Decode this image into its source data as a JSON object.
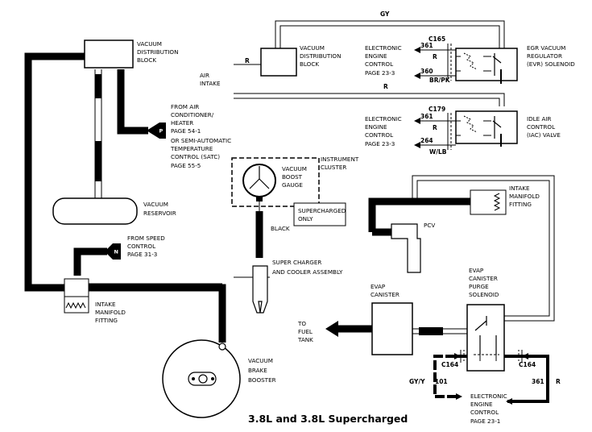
{
  "title": "3.8L and 3.8L Supercharged",
  "labels": {
    "vac_dist_left": [
      "VACUUM",
      "DISTRIBUTION",
      "BLOCK"
    ],
    "vac_dist_right": [
      "VACUUM",
      "DISTRIBUTION",
      "BLOCK"
    ],
    "from_ac": [
      "FROM AIR",
      "CONDITIONER/",
      "HEATER",
      "PAGE  54-1",
      "OR  SEMI-AUTOMATIC",
      "TEMPERATURE",
      "CONTROL (SATC)",
      "PAGE  55-5"
    ],
    "instrument_cluster": [
      "INSTRUMENT",
      "CLUSTER"
    ],
    "boost_gauge": [
      "VACUUM",
      "BOOST",
      "GAUGE"
    ],
    "supercharged_only": [
      "SUPERCHARGED",
      "ONLY"
    ],
    "vacuum_reservoir": [
      "VACUUM",
      "RESERVOIR"
    ],
    "from_speed": [
      "FROM SPEED",
      "CONTROL",
      "PAGE  31-3"
    ],
    "intake_manifold_left": [
      "INTAKE",
      "MANIFOLD",
      "FITTING"
    ],
    "intake_manifold_right": [
      "INTAKE",
      "MANIFOLD",
      "FITTING"
    ],
    "vacuum_brake_booster": [
      "VACUUM",
      "BRAKE",
      "BOOSTER"
    ],
    "supercharger_cooler": [
      "SUPER  CHARGER",
      "AND COOLER ASSEMBLY"
    ],
    "pcv": "PCV",
    "evap_canister": [
      "EVAP",
      "CANISTER"
    ],
    "evap_purge": [
      "EVAP",
      "CANISTER",
      "PURGE",
      "SOLENOID"
    ],
    "to_fuel_tank": [
      "TO",
      "FUEL",
      "TANK"
    ],
    "eec_1": [
      "ELECTRONIC",
      "ENGINE",
      "CONTROL",
      "PAGE  23-3"
    ],
    "eec_2": [
      "ELECTRONIC",
      "ENGINE",
      "CONTROL",
      "PAGE  23-3"
    ],
    "eec_3": [
      "ELECTRONIC",
      "ENGINE",
      "CONTROL",
      "PAGE  23-1"
    ],
    "egr_solenoid": [
      "EGR VACUUM",
      "REGULATOR",
      "(EVR) SOLENOID"
    ],
    "iac_valve": [
      "IDLE AIR",
      "CONTROL",
      "(IAC) VALVE"
    ],
    "air_intake": [
      "AIR",
      "INTAKE"
    ],
    "black": "BLACK"
  },
  "markers": {
    "p": "P",
    "n": "N"
  },
  "wires": {
    "gy": "GY",
    "r_top": "R",
    "r_left": "R",
    "r_mid": "R",
    "c165": "C165",
    "c179": "C179",
    "c164_left": "C164",
    "c164_right": "C164",
    "pin_361_a": "361",
    "pin_360": "360",
    "color_brpk": "BR/PK",
    "pin_361_b": "361",
    "pin_264": "264",
    "color_wlb": "W/LB",
    "pin_101": "101",
    "pin_361_c": "361",
    "color_gyy": "GY/Y",
    "color_r_bottom": "R",
    "r_egr": "R",
    "r_iac": "R"
  }
}
